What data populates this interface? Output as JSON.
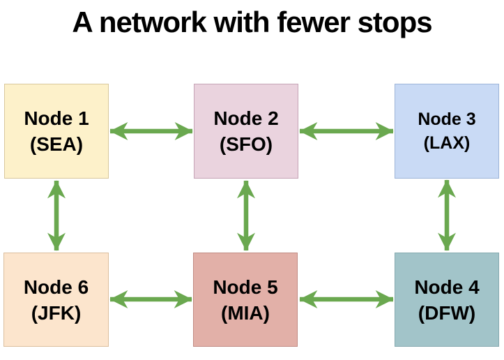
{
  "title": "A network with fewer stops",
  "colors": {
    "arrow": "#6aa84f",
    "text": "#000000",
    "background": "#ffffff"
  },
  "nodes": [
    {
      "id": "node1",
      "label": "Node 1",
      "code": "(SEA)",
      "fill": "#fdf1ca",
      "border": "#d8c79c"
    },
    {
      "id": "node2",
      "label": "Node 2",
      "code": "(SFO)",
      "fill": "#ead3de",
      "border": "#c5a3b5"
    },
    {
      "id": "node3",
      "label": "Node 3",
      "code": "(LAX)",
      "fill": "#c9daf5",
      "border": "#9db4d8"
    },
    {
      "id": "node4",
      "label": "Node 4",
      "code": "(DFW)",
      "fill": "#a2c4c9",
      "border": "#86aab0"
    },
    {
      "id": "node5",
      "label": "Node 5",
      "code": "(MIA)",
      "fill": "#e2b0a8",
      "border": "#c18b83"
    },
    {
      "id": "node6",
      "label": "Node 6",
      "code": "(JFK)",
      "fill": "#fce5cd",
      "border": "#dbbe9d"
    }
  ],
  "edges": [
    {
      "from": "node1",
      "to": "node2"
    },
    {
      "from": "node2",
      "to": "node3"
    },
    {
      "from": "node1",
      "to": "node6"
    },
    {
      "from": "node2",
      "to": "node5"
    },
    {
      "from": "node3",
      "to": "node4"
    },
    {
      "from": "node6",
      "to": "node5"
    },
    {
      "from": "node5",
      "to": "node4"
    }
  ]
}
